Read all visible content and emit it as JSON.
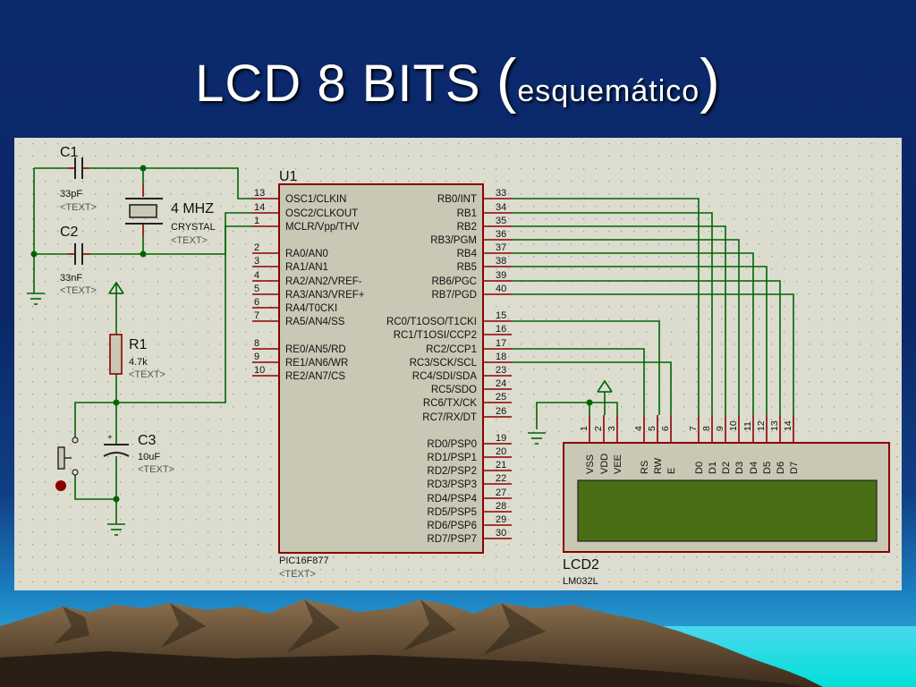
{
  "slide": {
    "title_main": "LCD 8 BITS ",
    "title_paren_open": "(",
    "title_sub": "esquemático",
    "title_paren_close": ")"
  },
  "colors": {
    "background_top": "#0b2a6e",
    "schematic_bg": "#dcdccf",
    "wire": "#006400",
    "pin": "#8b0000",
    "chip_fill": "#c8c8b4",
    "lcd_screen": "#4a6e14"
  },
  "components": {
    "c1": {
      "ref": "C1",
      "value": "33pF",
      "text": "<TEXT>"
    },
    "c2": {
      "ref": "C2",
      "value": "33nF",
      "text": "<TEXT>"
    },
    "crystal": {
      "value": "4 MHZ",
      "type": "CRYSTAL",
      "text": "<TEXT>"
    },
    "r1": {
      "ref": "R1",
      "value": "4.7k",
      "text": "<TEXT>"
    },
    "c3": {
      "ref": "C3",
      "value": "10uF",
      "text": "<TEXT>"
    },
    "u1": {
      "ref": "U1",
      "part": "PIC16F877",
      "text": "<TEXT>"
    },
    "lcd2": {
      "ref": "LCD2",
      "part": "LM032L"
    }
  },
  "u1_left_pins": [
    {
      "num": "13",
      "name": "OSC1/CLKIN"
    },
    {
      "num": "14",
      "name": "OSC2/CLKOUT"
    },
    {
      "num": "1",
      "name": "MCLR/Vpp/THV"
    },
    {
      "num": "2",
      "name": "RA0/AN0"
    },
    {
      "num": "3",
      "name": "RA1/AN1"
    },
    {
      "num": "4",
      "name": "RA2/AN2/VREF-"
    },
    {
      "num": "5",
      "name": "RA3/AN3/VREF+"
    },
    {
      "num": "6",
      "name": "RA4/T0CKI"
    },
    {
      "num": "7",
      "name": "RA5/AN4/SS"
    },
    {
      "num": "8",
      "name": "RE0/AN5/RD"
    },
    {
      "num": "9",
      "name": "RE1/AN6/WR"
    },
    {
      "num": "10",
      "name": "RE2/AN7/CS"
    }
  ],
  "u1_right_pins": [
    {
      "num": "33",
      "name": "RB0/INT"
    },
    {
      "num": "34",
      "name": "RB1"
    },
    {
      "num": "35",
      "name": "RB2"
    },
    {
      "num": "36",
      "name": "RB3/PGM"
    },
    {
      "num": "37",
      "name": "RB4"
    },
    {
      "num": "38",
      "name": "RB5"
    },
    {
      "num": "39",
      "name": "RB6/PGC"
    },
    {
      "num": "40",
      "name": "RB7/PGD"
    },
    {
      "num": "15",
      "name": "RC0/T1OSO/T1CKI"
    },
    {
      "num": "16",
      "name": "RC1/T1OSI/CCP2"
    },
    {
      "num": "17",
      "name": "RC2/CCP1"
    },
    {
      "num": "18",
      "name": "RC3/SCK/SCL"
    },
    {
      "num": "23",
      "name": "RC4/SDI/SDA"
    },
    {
      "num": "24",
      "name": "RC5/SDO"
    },
    {
      "num": "25",
      "name": "RC6/TX/CK"
    },
    {
      "num": "26",
      "name": "RC7/RX/DT"
    },
    {
      "num": "19",
      "name": "RD0/PSP0"
    },
    {
      "num": "20",
      "name": "RD1/PSP1"
    },
    {
      "num": "21",
      "name": "RD2/PSP2"
    },
    {
      "num": "22",
      "name": "RD3/PSP3"
    },
    {
      "num": "27",
      "name": "RD4/PSP4"
    },
    {
      "num": "28",
      "name": "RD5/PSP5"
    },
    {
      "num": "29",
      "name": "RD6/PSP6"
    },
    {
      "num": "30",
      "name": "RD7/PSP7"
    }
  ],
  "lcd_pins": [
    {
      "num": "1",
      "name": "VSS"
    },
    {
      "num": "2",
      "name": "VDD"
    },
    {
      "num": "3",
      "name": "VEE"
    },
    {
      "num": "4",
      "name": "RS"
    },
    {
      "num": "5",
      "name": "RW"
    },
    {
      "num": "6",
      "name": "E"
    },
    {
      "num": "7",
      "name": "D0"
    },
    {
      "num": "8",
      "name": "D1"
    },
    {
      "num": "9",
      "name": "D2"
    },
    {
      "num": "10",
      "name": "D3"
    },
    {
      "num": "11",
      "name": "D4"
    },
    {
      "num": "12",
      "name": "D5"
    },
    {
      "num": "13",
      "name": "D6"
    },
    {
      "num": "14",
      "name": "D7"
    }
  ]
}
